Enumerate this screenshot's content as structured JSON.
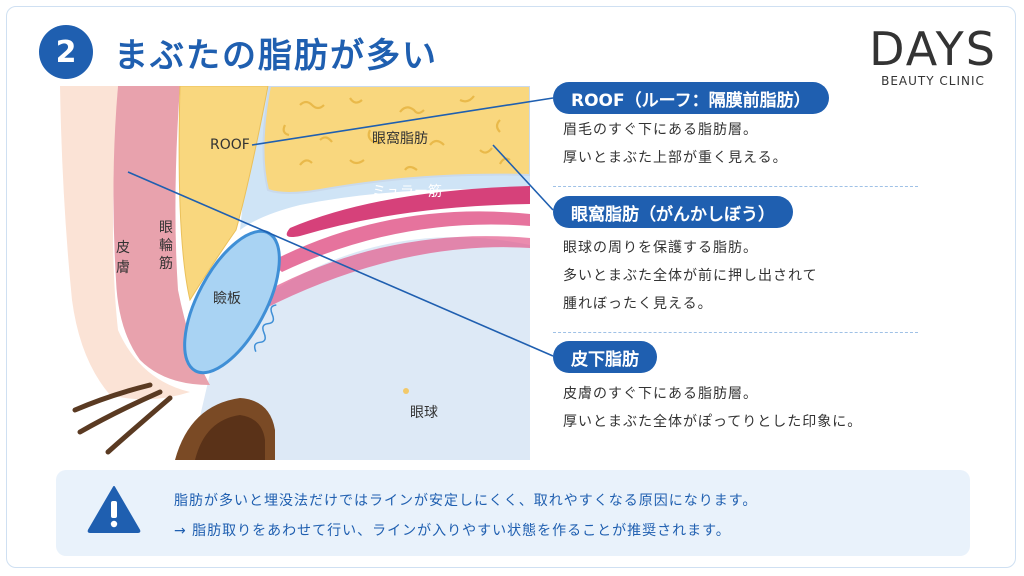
{
  "header": {
    "number": "2",
    "title": "まぶたの脂肪が多い"
  },
  "brand": {
    "name": "DAYS",
    "subtitle": "BEAUTY CLINIC"
  },
  "diagram": {
    "labels": {
      "roof": "ROOF",
      "orbital_fat": "眼窩脂肪",
      "muller": "ミュラー筋",
      "skin": "皮膚",
      "orbicularis": "眼輪筋",
      "tarsus": "瞼板",
      "eyeball": "眼球"
    }
  },
  "sections": [
    {
      "title": "ROOF（ルーフ：隔膜前脂肪）",
      "lines": [
        "眉毛のすぐ下にある脂肪層。",
        "厚いとまぶた上部が重く見える。"
      ]
    },
    {
      "title": "眼窩脂肪（がんかしぼう）",
      "lines": [
        "眼球の周りを保護する脂肪。",
        "多いとまぶた全体が前に押し出されて",
        "腫れぼったく見える。"
      ]
    },
    {
      "title": "皮下脂肪",
      "lines": [
        "皮膚のすぐ下にある脂肪層。",
        "厚いとまぶた全体がぽってりとした印象に。"
      ]
    }
  ],
  "notice": {
    "icon": "warning-icon",
    "line1": "脂肪が多いと埋没法だけではラインが安定しにくく、取れやすくなる原因になります。",
    "line2": "→ 脂肪取りをあわせて行い、ラインが入りやすい状態を作ることが推奨されます。"
  },
  "colors": {
    "accent": "#1f5fb0",
    "fat": "#f9d77e",
    "muscle_pink": "#e8a2ad",
    "muller": "#d6417a",
    "skin": "#fbe3d6",
    "tarsus": "#a9d3f3",
    "eye_bg": "#ddeaf7",
    "notice_bg": "#e9f2fb"
  }
}
